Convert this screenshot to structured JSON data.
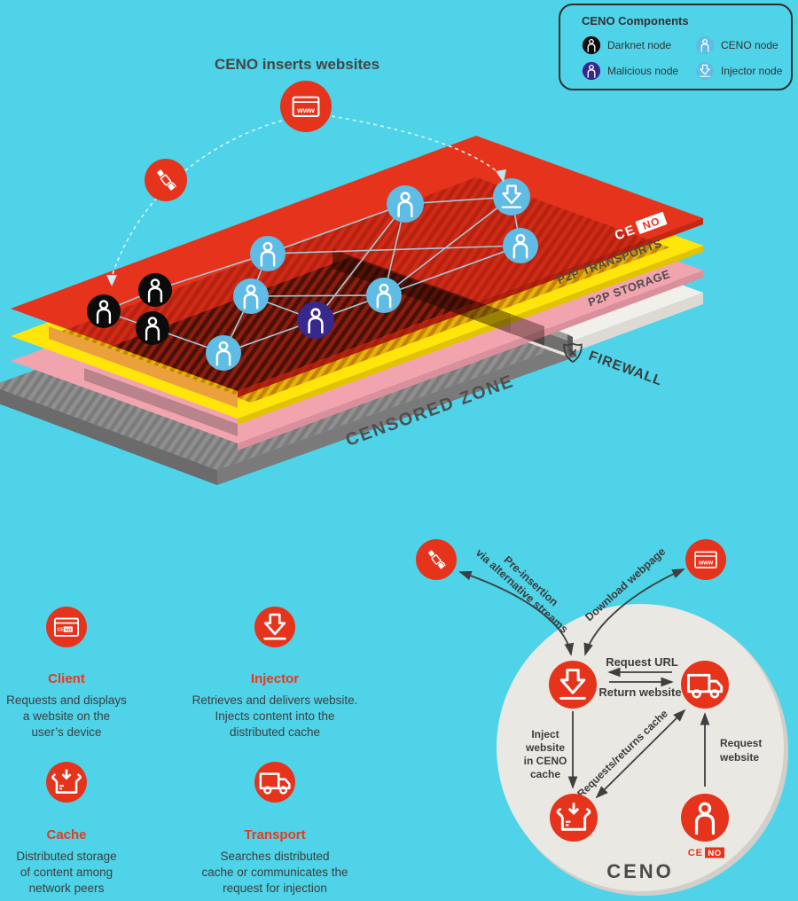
{
  "title": "CENO inserts websites",
  "legend": {
    "title": "CENO Components",
    "items": [
      {
        "label": "Darknet node",
        "icon": "person-icon",
        "color": "#0b0b0b"
      },
      {
        "label": "CENO node",
        "icon": "person-icon",
        "color": "#5fbce4"
      },
      {
        "label": "Malicious node",
        "icon": "person-icon",
        "color": "#37288c"
      },
      {
        "label": "Injector node",
        "icon": "download-icon",
        "color": "#5fbce4"
      }
    ]
  },
  "scene": {
    "www_label": "www",
    "logo": {
      "ce": "CE",
      "no": "NO"
    },
    "layer_labels": {
      "p2p_transports": "P2P TRANSPORTS",
      "p2p_storage": "P2P STORAGE",
      "firewall": "FIREWALL",
      "censored_zone": "CENSORED ZONE"
    }
  },
  "features": [
    {
      "title": "Client",
      "lines": [
        "Requests and displays",
        "a website on the",
        "user’s device"
      ]
    },
    {
      "title": "Injector",
      "lines": [
        "Retrieves and delivers website.",
        "Injects content into the",
        "distributed cache"
      ]
    },
    {
      "title": "Cache",
      "lines": [
        "Distributed storage",
        "of content among",
        "network peers"
      ]
    },
    {
      "title": "Transport",
      "lines": [
        "Searches distributed",
        "cache or communicates the",
        "request for injection"
      ]
    }
  ],
  "cycle": {
    "request_url": "Request URL",
    "return_website": "Return website",
    "inject_lines": [
      "Inject",
      "website",
      "in CENO",
      "cache"
    ],
    "requests_returns_cache": "Requests/returns cache",
    "request_website_lines": [
      "Request",
      "website"
    ],
    "pre_insertion_lines": [
      "Pre-insertion",
      "via alternative streams"
    ],
    "download_webpage": "Download webpage",
    "ceno_caption": "CENO"
  },
  "colors": {
    "background": "#4ed3e8",
    "accent_red": "#e6331c",
    "node_blue": "#5fbce4",
    "node_black": "#0b0b0b",
    "node_purple": "#37288c",
    "layer_yellow": "#ffe50a",
    "layer_pink": "#f2a4ae",
    "censored_gray": "#8f8f8f",
    "circle_bg": "#eae8e3",
    "text_dark": "#3e3e3e"
  }
}
